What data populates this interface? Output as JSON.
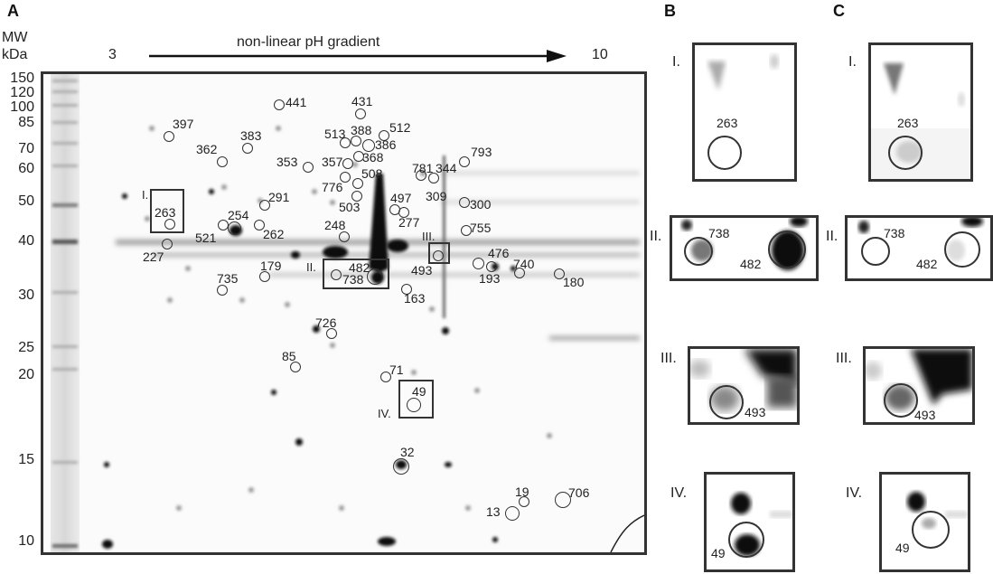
{
  "panel_labels": [
    "A",
    "B",
    "C"
  ],
  "mw_axis": {
    "title_line1": "MW",
    "title_line2": "kDa",
    "ticks": [
      "150",
      "120",
      "100",
      "85",
      "70",
      "60",
      "50",
      "40",
      "30",
      "25",
      "20",
      "15",
      "10"
    ]
  },
  "ph_axis": {
    "title": "non-linear pH gradient",
    "low": "3",
    "high": "10"
  },
  "spots": [
    {
      "id": "441"
    },
    {
      "id": "431"
    },
    {
      "id": "397"
    },
    {
      "id": "512"
    },
    {
      "id": "513"
    },
    {
      "id": "388"
    },
    {
      "id": "386"
    },
    {
      "id": "383"
    },
    {
      "id": "362"
    },
    {
      "id": "368"
    },
    {
      "id": "357"
    },
    {
      "id": "353"
    },
    {
      "id": "793"
    },
    {
      "id": "781"
    },
    {
      "id": "344"
    },
    {
      "id": "508"
    },
    {
      "id": "776"
    },
    {
      "id": "503"
    },
    {
      "id": "497"
    },
    {
      "id": "309"
    },
    {
      "id": "300"
    },
    {
      "id": "291"
    },
    {
      "id": "263"
    },
    {
      "id": "254"
    },
    {
      "id": "521"
    },
    {
      "id": "262"
    },
    {
      "id": "248"
    },
    {
      "id": "277"
    },
    {
      "id": "755"
    },
    {
      "id": "227"
    },
    {
      "id": "476"
    },
    {
      "id": "493"
    },
    {
      "id": "193"
    },
    {
      "id": "740"
    },
    {
      "id": "180"
    },
    {
      "id": "179"
    },
    {
      "id": "482"
    },
    {
      "id": "738"
    },
    {
      "id": "735"
    },
    {
      "id": "163"
    },
    {
      "id": "726"
    },
    {
      "id": "85"
    },
    {
      "id": "71"
    },
    {
      "id": "49"
    },
    {
      "id": "32"
    },
    {
      "id": "19"
    },
    {
      "id": "706"
    },
    {
      "id": "13"
    }
  ],
  "region_boxes": [
    "I.",
    "II.",
    "III.",
    "IV."
  ],
  "insets": {
    "I": {
      "label": "I.",
      "spots": [
        "263"
      ]
    },
    "II": {
      "label": "II.",
      "spots": [
        "738",
        "482"
      ]
    },
    "III": {
      "label": "III.",
      "spots": [
        "493"
      ]
    },
    "IV": {
      "label": "IV.",
      "spots": [
        "49"
      ]
    }
  }
}
